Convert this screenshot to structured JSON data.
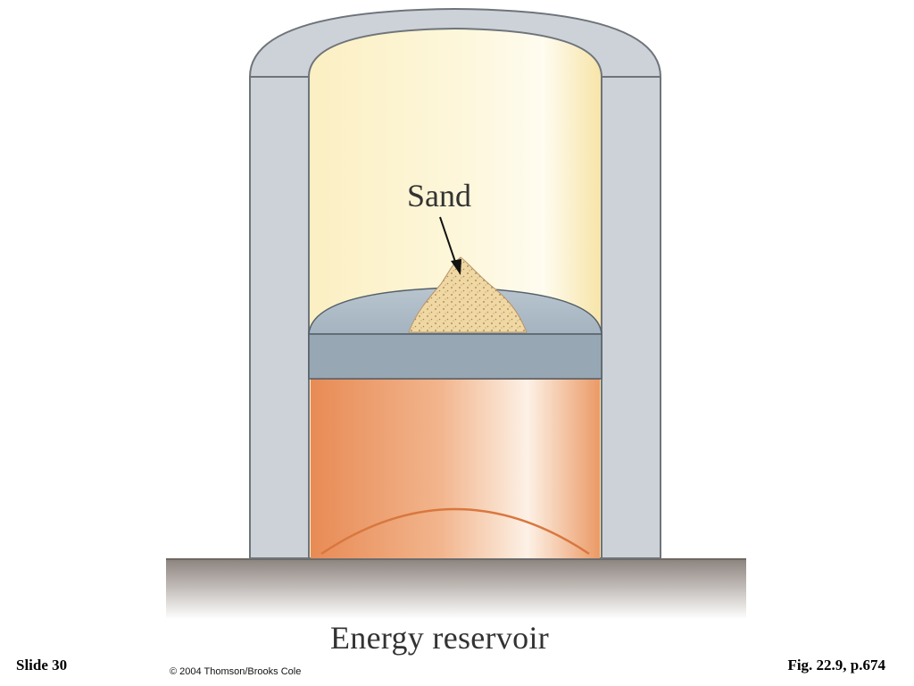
{
  "diagram": {
    "sand_label": "Sand",
    "reservoir_label": "Energy reservoir"
  },
  "footer": {
    "slide": "Slide 30",
    "copyright": "© 2004 Thomson/Brooks Cole",
    "figure_ref": "Fig. 22.9, p.674"
  },
  "colors": {
    "wall_fill": "#ccd2d8",
    "wall_stroke": "#6e747a",
    "vacuum_light": "#fdf8dd",
    "vacuum_warm": "#f8e6ab",
    "piston": "#97a7b3",
    "gas_orange": "#e9915e",
    "sand": "#efd7a2",
    "reservoir_top": "#8c8480"
  }
}
